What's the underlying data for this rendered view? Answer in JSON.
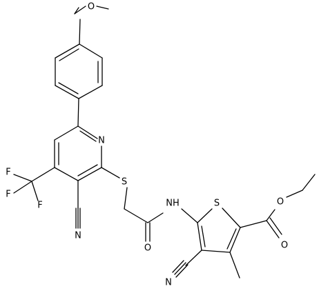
{
  "atom_labels": {
    "o_methoxy": "O",
    "n_pyridine": "N",
    "f1": "F",
    "f2": "F",
    "f3": "F",
    "s_thioether": "S",
    "n_nitrile_pyr": "N",
    "nh_amide": "NH",
    "o_amide": "O",
    "s_thiophene": "S",
    "o_ester_ether": "O",
    "o_ester_carbonyl": "O",
    "n_nitrile_thio": "N"
  }
}
